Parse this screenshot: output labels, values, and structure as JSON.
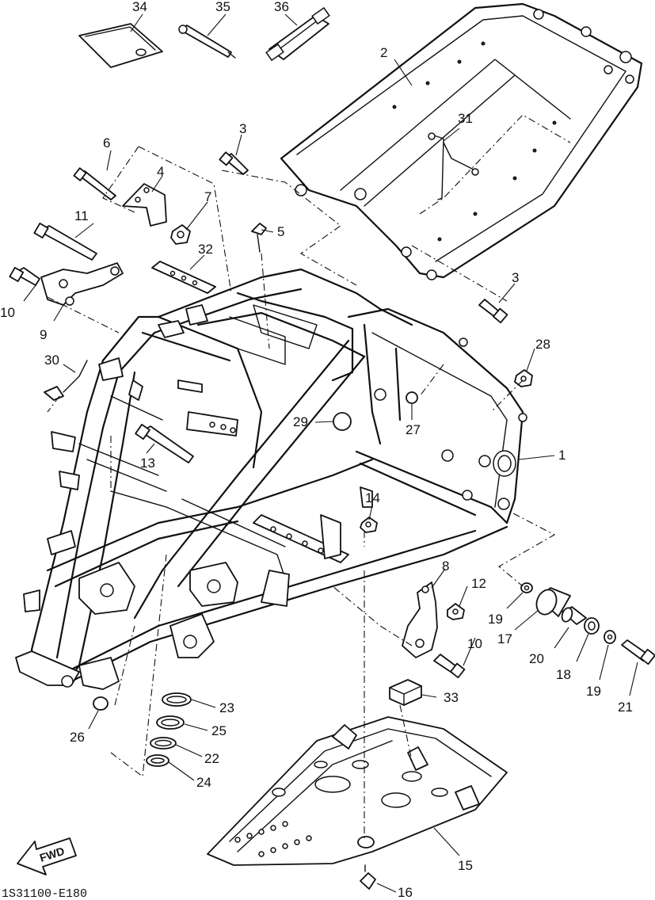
{
  "diagram": {
    "drawing_code": "1S31100-E180",
    "direction_label": "FWD",
    "callouts": [
      "1",
      "2",
      "3",
      "3",
      "4",
      "5",
      "6",
      "7",
      "8",
      "9",
      "10",
      "10",
      "11",
      "12",
      "13",
      "14",
      "15",
      "16",
      "17",
      "18",
      "19",
      "19",
      "20",
      "21",
      "22",
      "23",
      "24",
      "25",
      "26",
      "27",
      "28",
      "29",
      "30",
      "31",
      "32",
      "33",
      "34",
      "35",
      "36"
    ]
  }
}
